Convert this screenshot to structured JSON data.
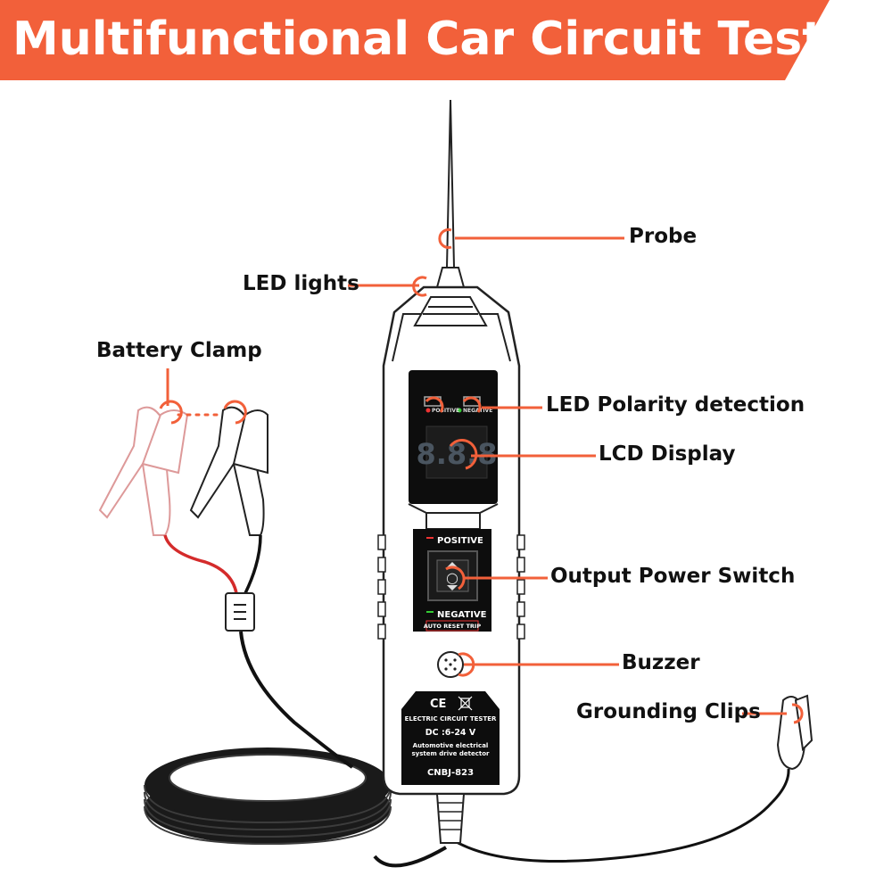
{
  "title": "Multifunctional Car Circuit Tester",
  "colors": {
    "accent": "#f2603a",
    "outline": "#222222",
    "body": "#ffffff",
    "panel": "#111111",
    "red_wire": "#d42b2b"
  },
  "callouts": {
    "probe": "Probe",
    "led_lights": "LED lights",
    "battery_clamp": "Battery Clamp",
    "led_polarity": "LED Polarity detection",
    "lcd_display": "LCD Display",
    "output_switch": "Output Power Switch",
    "buzzer": "Buzzer",
    "grounding_clips": "Grounding Clips"
  },
  "device": {
    "positive_small": "POSITIVE",
    "negative_small": "NEGATIVE",
    "positive_label": "POSITIVE",
    "negative_label": "NEGATIVE",
    "auto_reset": "AUTO RESET TRIP",
    "ce_mark": "CE",
    "product_name": "ELECTRIC CIRCUIT TESTER",
    "dc_range": "DC :6-24 V",
    "desc_line1": "Automotive electrical",
    "desc_line2": "system drive detector",
    "model": "CNBJ-823"
  }
}
